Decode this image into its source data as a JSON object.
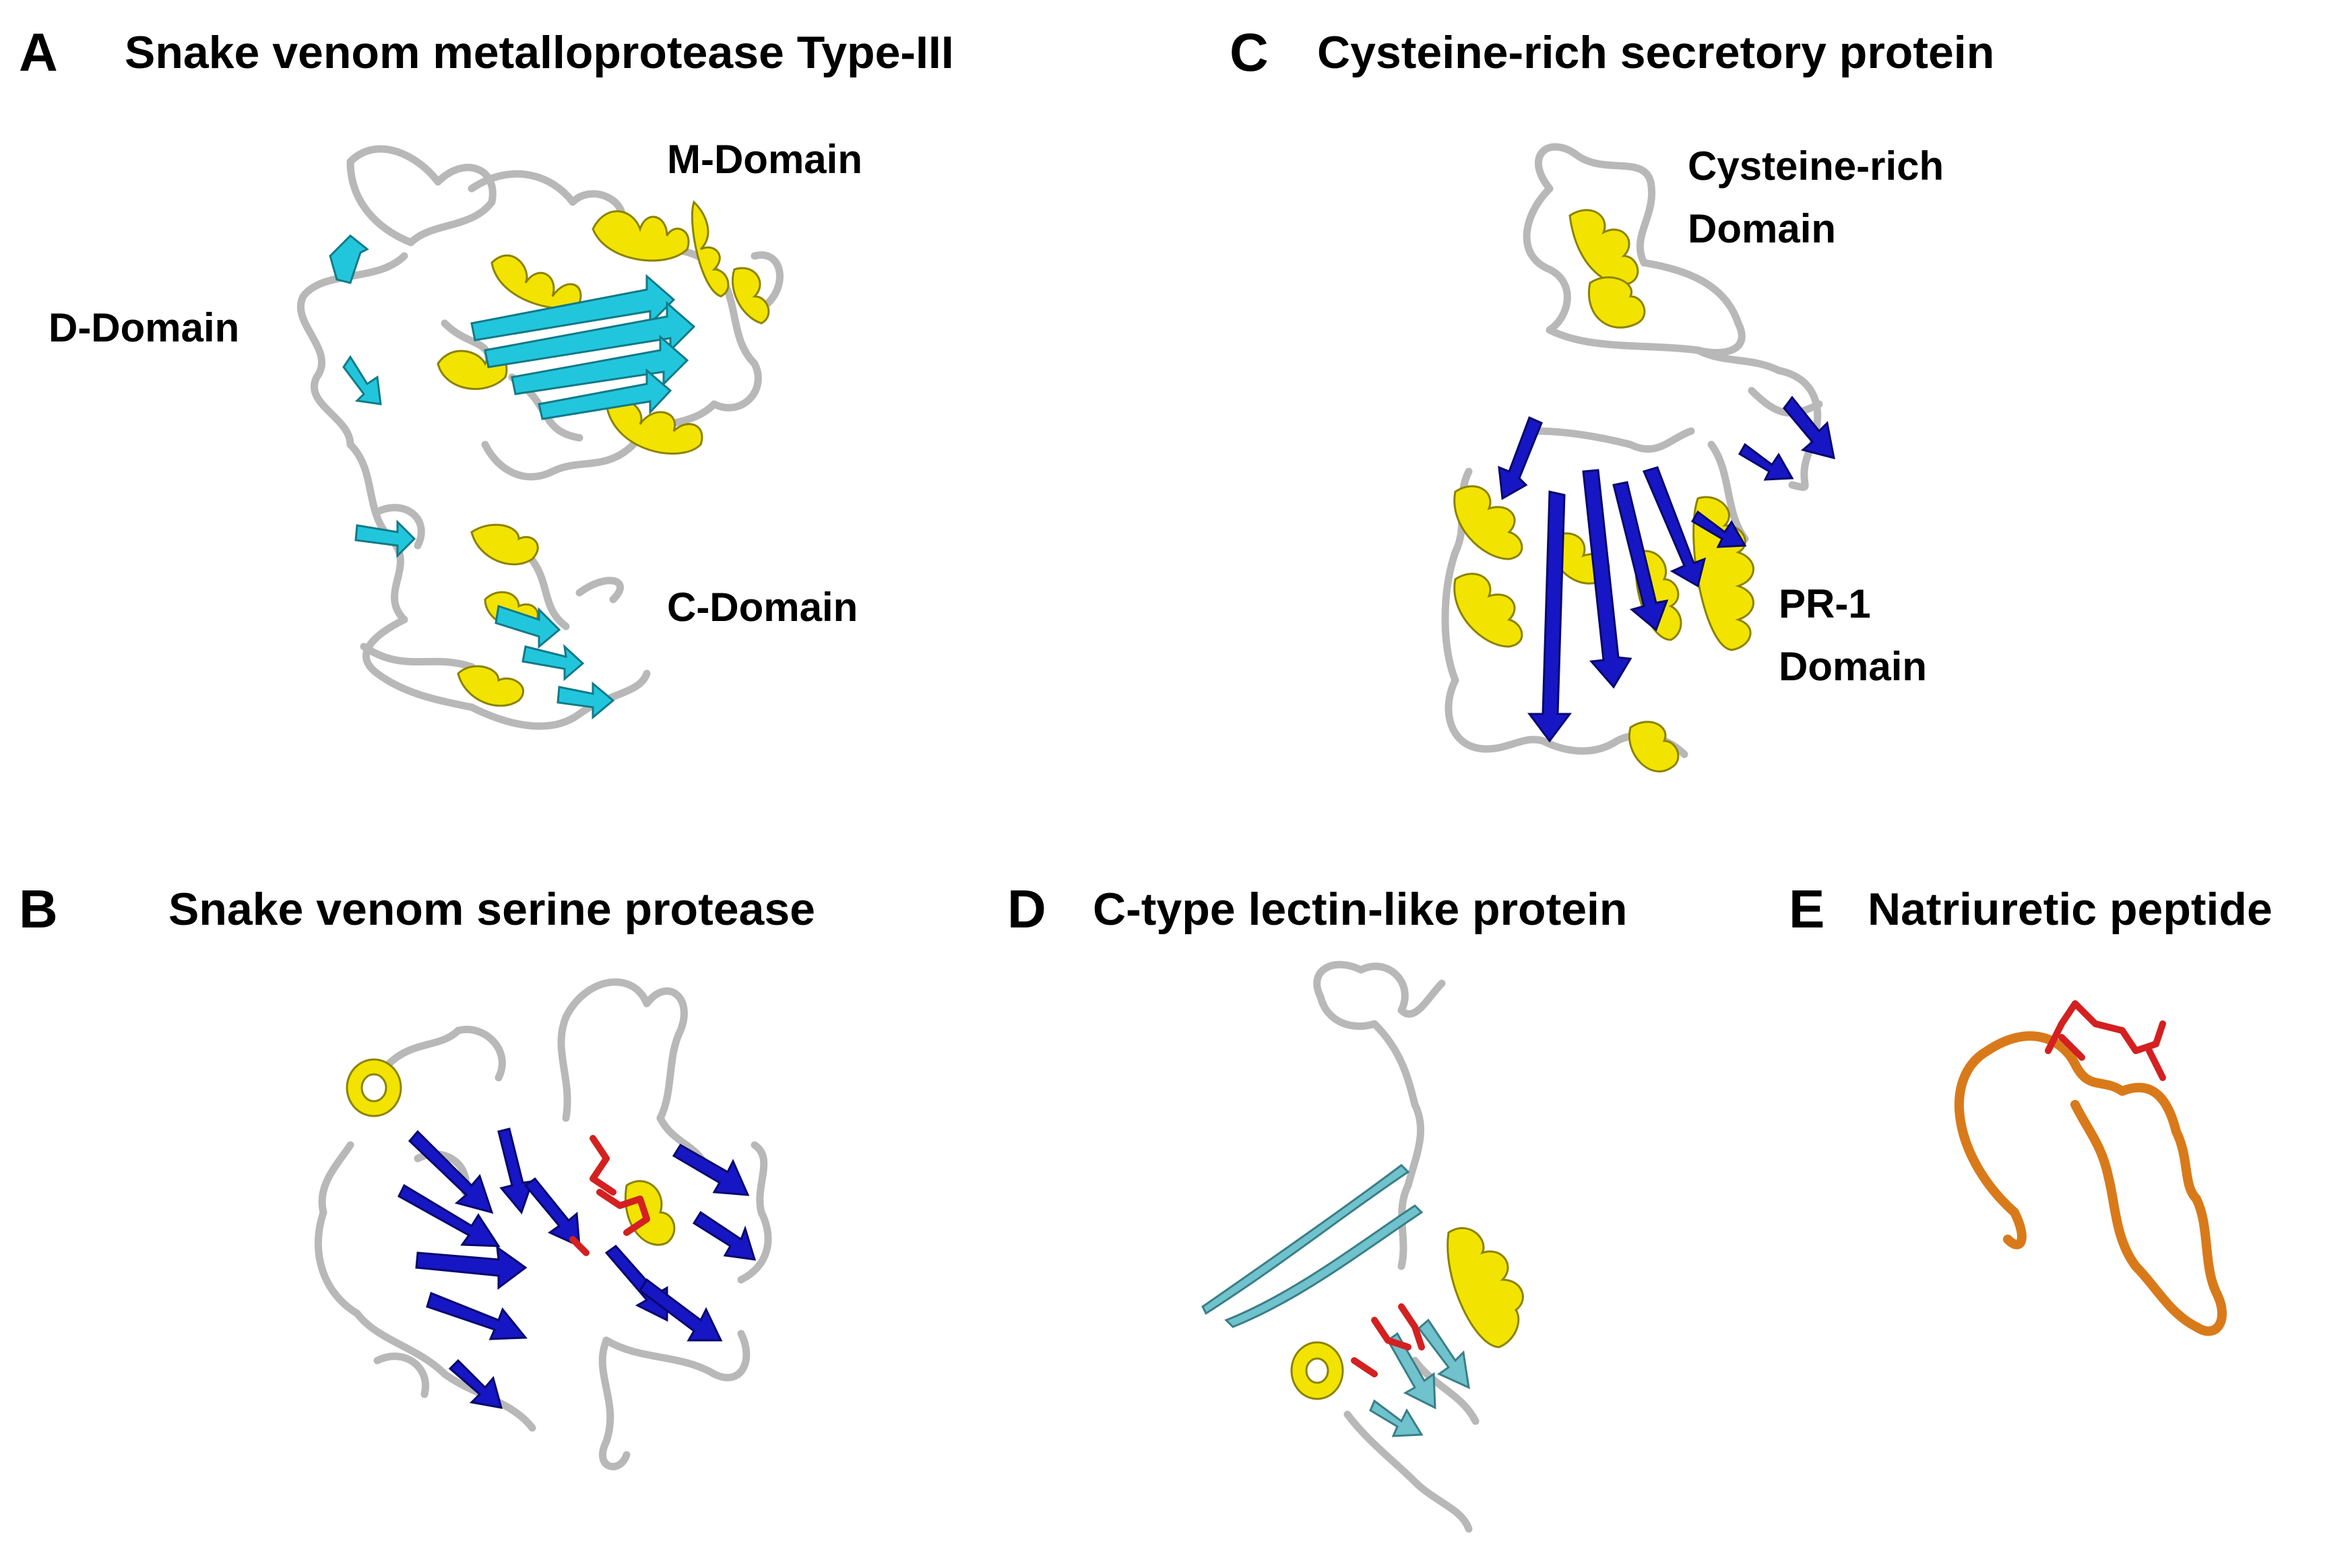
{
  "panels": {
    "A": {
      "letter": "A",
      "title": "Snake venom metalloprotease Type-III",
      "domains": {
        "m": "M-Domain",
        "d": "D-Domain",
        "c": "C-Domain"
      }
    },
    "B": {
      "letter": "B",
      "title": "Snake venom serine protease"
    },
    "C": {
      "letter": "C",
      "title": "Cysteine-rich secretory protein",
      "domains": {
        "crd_line1": "Cysteine-rich",
        "crd_line2": "Domain",
        "pr1_line1": "PR-1",
        "pr1_line2": "Domain"
      }
    },
    "D": {
      "letter": "D",
      "title": "C-type lectin-like protein"
    },
    "E": {
      "letter": "E",
      "title": "Natriuretic peptide"
    }
  },
  "colors": {
    "helix": "#f0e600",
    "strand_cyan": "#1ec8dc",
    "strand_blue": "#1414c8",
    "strand_teal": "#6cc0cc",
    "coil": "#b4b4b4",
    "coil_dark": "#8c8c8c",
    "sidechain": "#d42020",
    "peptide": "#d97a1a"
  }
}
